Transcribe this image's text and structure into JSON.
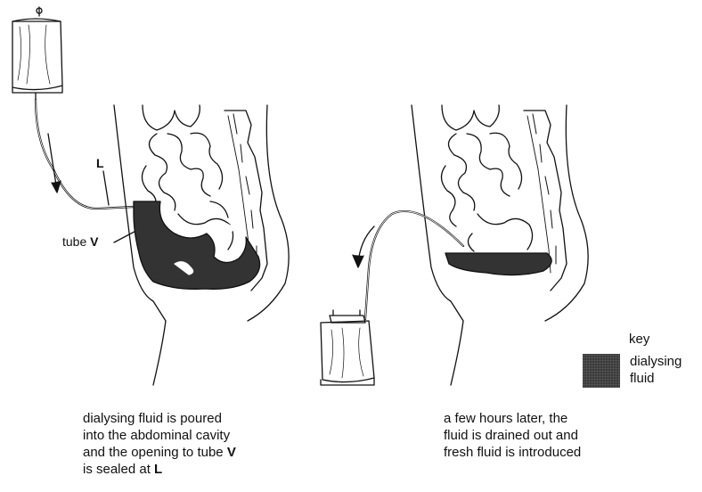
{
  "labels": {
    "L": "L",
    "tube_prefix": "tube ",
    "tube_letter": "V"
  },
  "captions": {
    "left": [
      {
        "text": "dialysing fluid is poured",
        "bold_suffix": ""
      },
      {
        "text": "into the abdominal cavity",
        "bold_suffix": ""
      },
      {
        "text": "and the opening to tube ",
        "bold_suffix": "V"
      },
      {
        "text": "is sealed at ",
        "bold_suffix": "L"
      }
    ],
    "right": [
      "a few hours later, the",
      "fluid is drained out and",
      "fresh fluid is introduced"
    ]
  },
  "key": {
    "title": "key",
    "entry": "dialysing fluid",
    "fluid_color": "#333333"
  }
}
